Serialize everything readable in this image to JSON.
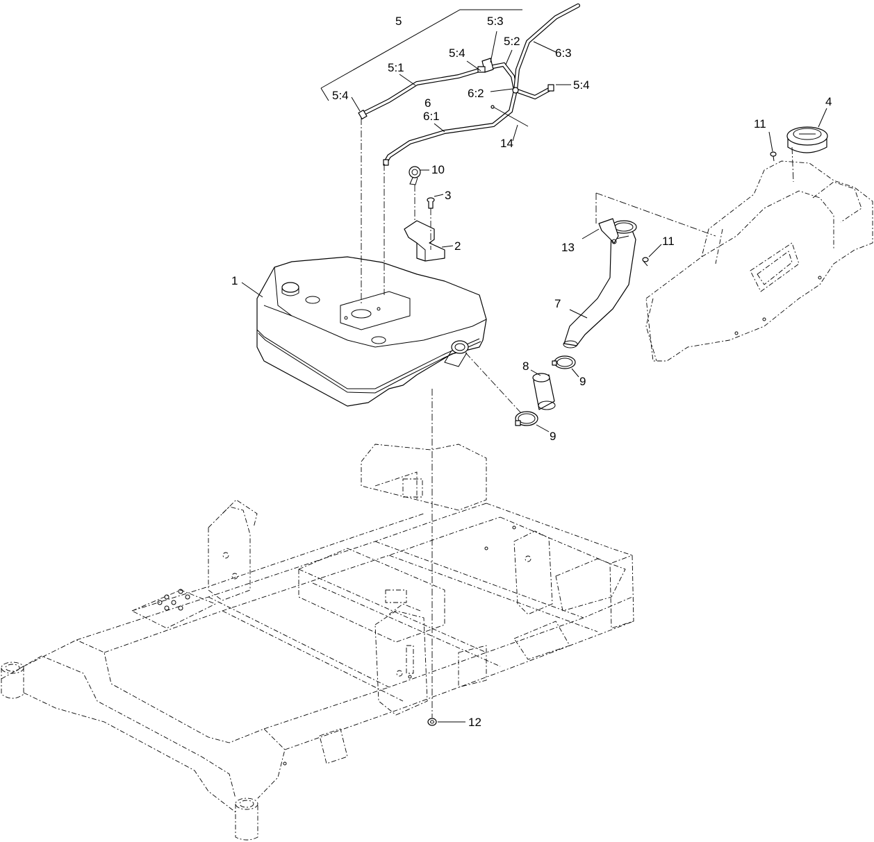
{
  "callouts": [
    {
      "id": "c-5",
      "text": "5"
    },
    {
      "id": "c-5-3",
      "text": "5:3"
    },
    {
      "id": "c-5-2",
      "text": "5:2"
    },
    {
      "id": "c-6-3",
      "text": "6:3"
    },
    {
      "id": "c-5-4-a",
      "text": "5:4"
    },
    {
      "id": "c-5-1",
      "text": "5:1"
    },
    {
      "id": "c-5-4-b",
      "text": "5:4"
    },
    {
      "id": "c-6-2",
      "text": "6:2"
    },
    {
      "id": "c-5-4-c",
      "text": "5:4"
    },
    {
      "id": "c-6",
      "text": "6"
    },
    {
      "id": "c-6-1",
      "text": "6:1"
    },
    {
      "id": "c-14",
      "text": "14"
    },
    {
      "id": "c-4",
      "text": "4"
    },
    {
      "id": "c-11-a",
      "text": "11"
    },
    {
      "id": "c-10",
      "text": "10"
    },
    {
      "id": "c-3",
      "text": "3"
    },
    {
      "id": "c-13",
      "text": "13"
    },
    {
      "id": "c-11-b",
      "text": "11"
    },
    {
      "id": "c-2",
      "text": "2"
    },
    {
      "id": "c-1",
      "text": "1"
    },
    {
      "id": "c-7",
      "text": "7"
    },
    {
      "id": "c-8",
      "text": "8"
    },
    {
      "id": "c-9-a",
      "text": "9"
    },
    {
      "id": "c-9-b",
      "text": "9"
    },
    {
      "id": "c-12",
      "text": "12"
    }
  ]
}
